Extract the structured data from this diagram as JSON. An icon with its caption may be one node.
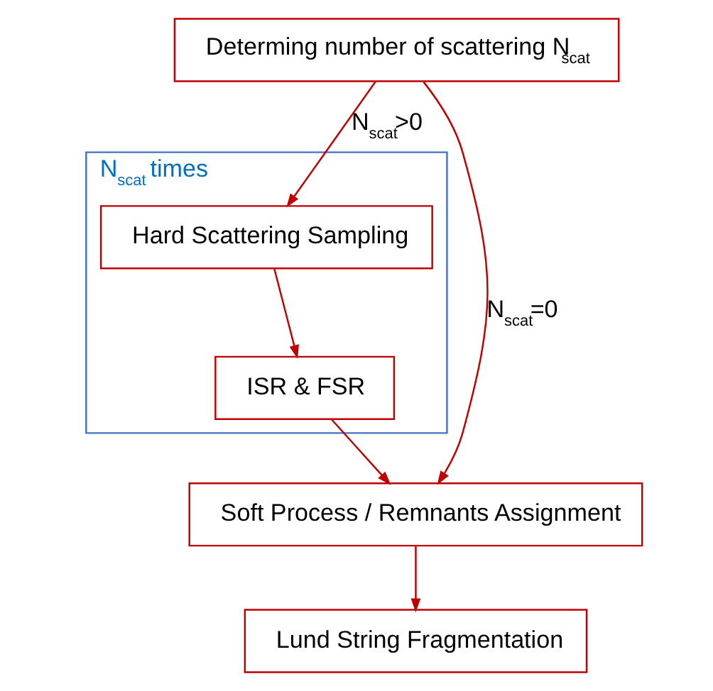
{
  "diagram": {
    "nodes": [
      {
        "text": [
          "Determing number of scattering N$_{scat}$"
        ]
      },
      {
        "text": [
          "N$_{scat}$ times"
        ]
      },
      {
        "text": [
          "Hard Scattering Sampling"
        ],
        "in": 1
      },
      {
        "text": [
          "ISR & FSR"
        ],
        "in": 1
      },
      {
        "text": [
          "Soft Process / Remnants Assignment"
        ]
      },
      {
        "text": [
          "Lund String Fragmentation"
        ]
      }
    ],
    "edges": [
      {
        "from": 0,
        "to": 4,
        "arrow": "to",
        "label": "N$_{scat}$=0"
      },
      {
        "from": 0,
        "to": 2,
        "arrow": "to",
        "label": "N$_{scat}$>0"
      },
      {
        "from": 2,
        "to": 3,
        "arrow": "to"
      },
      {
        "from": 3,
        "to": 4,
        "arrow": "to"
      },
      {
        "from": 4,
        "to": 5,
        "arrow": "to"
      }
    ]
  }
}
